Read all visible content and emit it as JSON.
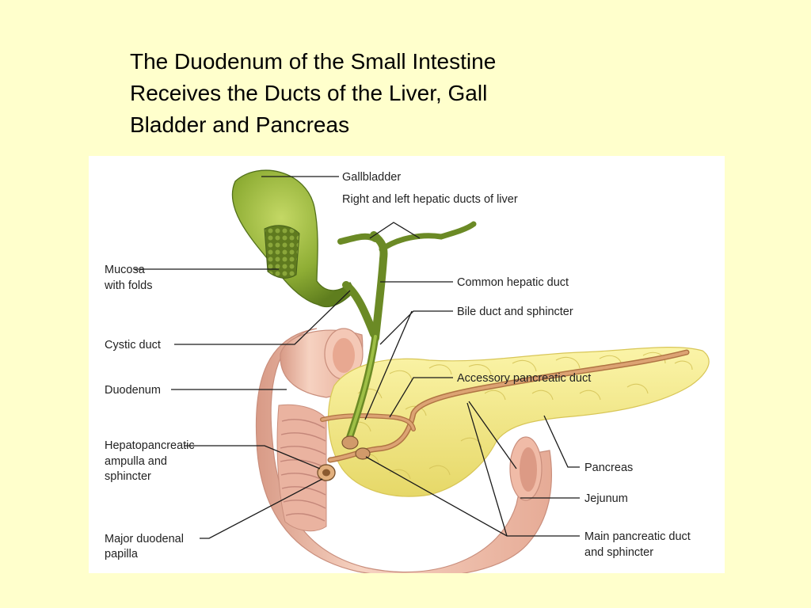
{
  "title": {
    "line1": "The Duodenum of the Small Intestine",
    "line2": "Receives the Ducts of the Liver, Gall",
    "line3": "Bladder and Pancreas"
  },
  "labels": {
    "gallbladder": "Gallbladder",
    "hepatic_ducts": "Right and left hepatic ducts of liver",
    "mucosa_line1": "Mucosa",
    "mucosa_line2": "with folds",
    "common_hepatic": "Common hepatic duct",
    "bile_duct": "Bile duct and sphincter",
    "cystic_duct": "Cystic duct",
    "accessory_pancreatic": "Accessory pancreatic duct",
    "duodenum": "Duodenum",
    "hepatopancreatic_line1": "Hepatopancreatic",
    "hepatopancreatic_line2": "ampulla and",
    "hepatopancreatic_line3": "sphincter",
    "pancreas": "Pancreas",
    "jejunum": "Jejunum",
    "major_papilla_line1": "Major duodenal",
    "major_papilla_line2": "papilla",
    "main_pancreatic_line1": "Main pancreatic duct",
    "main_pancreatic_line2": "and sphincter"
  },
  "colors": {
    "slide_background": "#ffffcc",
    "figure_background": "#ffffff",
    "gallbladder": "#8aa832",
    "duodenum": "#f1c2ae",
    "pancreas": "#f3ea8c",
    "ducts": "#c98a55"
  }
}
